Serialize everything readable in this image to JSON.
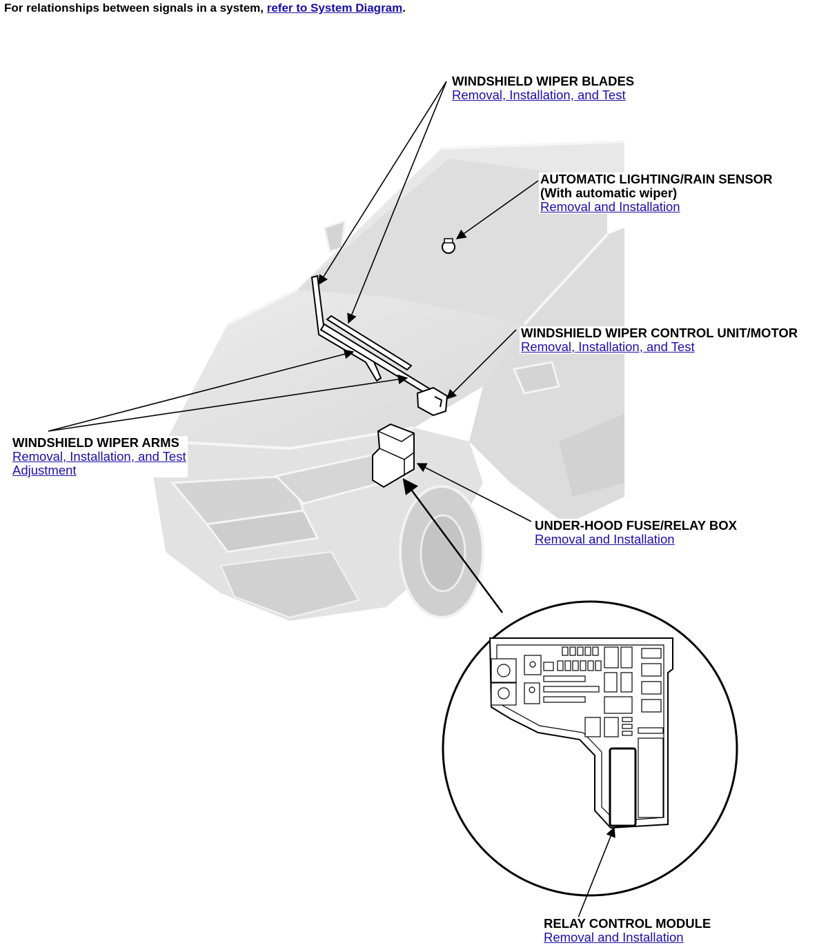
{
  "intro": {
    "text": "For relationships between signals in a system, ",
    "link": "refer to System Diagram",
    "end": "."
  },
  "callouts": {
    "blades": {
      "title": "WINDSHIELD WIPER BLADES",
      "links": [
        "Removal, Installation, and Test"
      ]
    },
    "sensor": {
      "title": "AUTOMATIC LIGHTING/RAIN SENSOR",
      "subtitle": "(With automatic wiper)",
      "links": [
        "Removal and Installation"
      ]
    },
    "motor": {
      "title": "WINDSHIELD WIPER CONTROL UNIT/MOTOR",
      "links": [
        "Removal, Installation, and Test"
      ]
    },
    "arms": {
      "title": "WINDSHIELD WIPER ARMS",
      "links": [
        "Removal, Installation, and Test",
        "Adjustment"
      ]
    },
    "fusebox": {
      "title": "UNDER-HOOD FUSE/RELAY BOX",
      "links": [
        "Removal and Installation"
      ]
    },
    "relay": {
      "title": "RELAY CONTROL MODULE",
      "links": [
        "Removal and Installation"
      ]
    }
  },
  "colors": {
    "link": "#1a0dab",
    "car_fill": "#e4e4e4",
    "car_shade": "#cfcfcf",
    "car_line": "#f7f7f7"
  }
}
